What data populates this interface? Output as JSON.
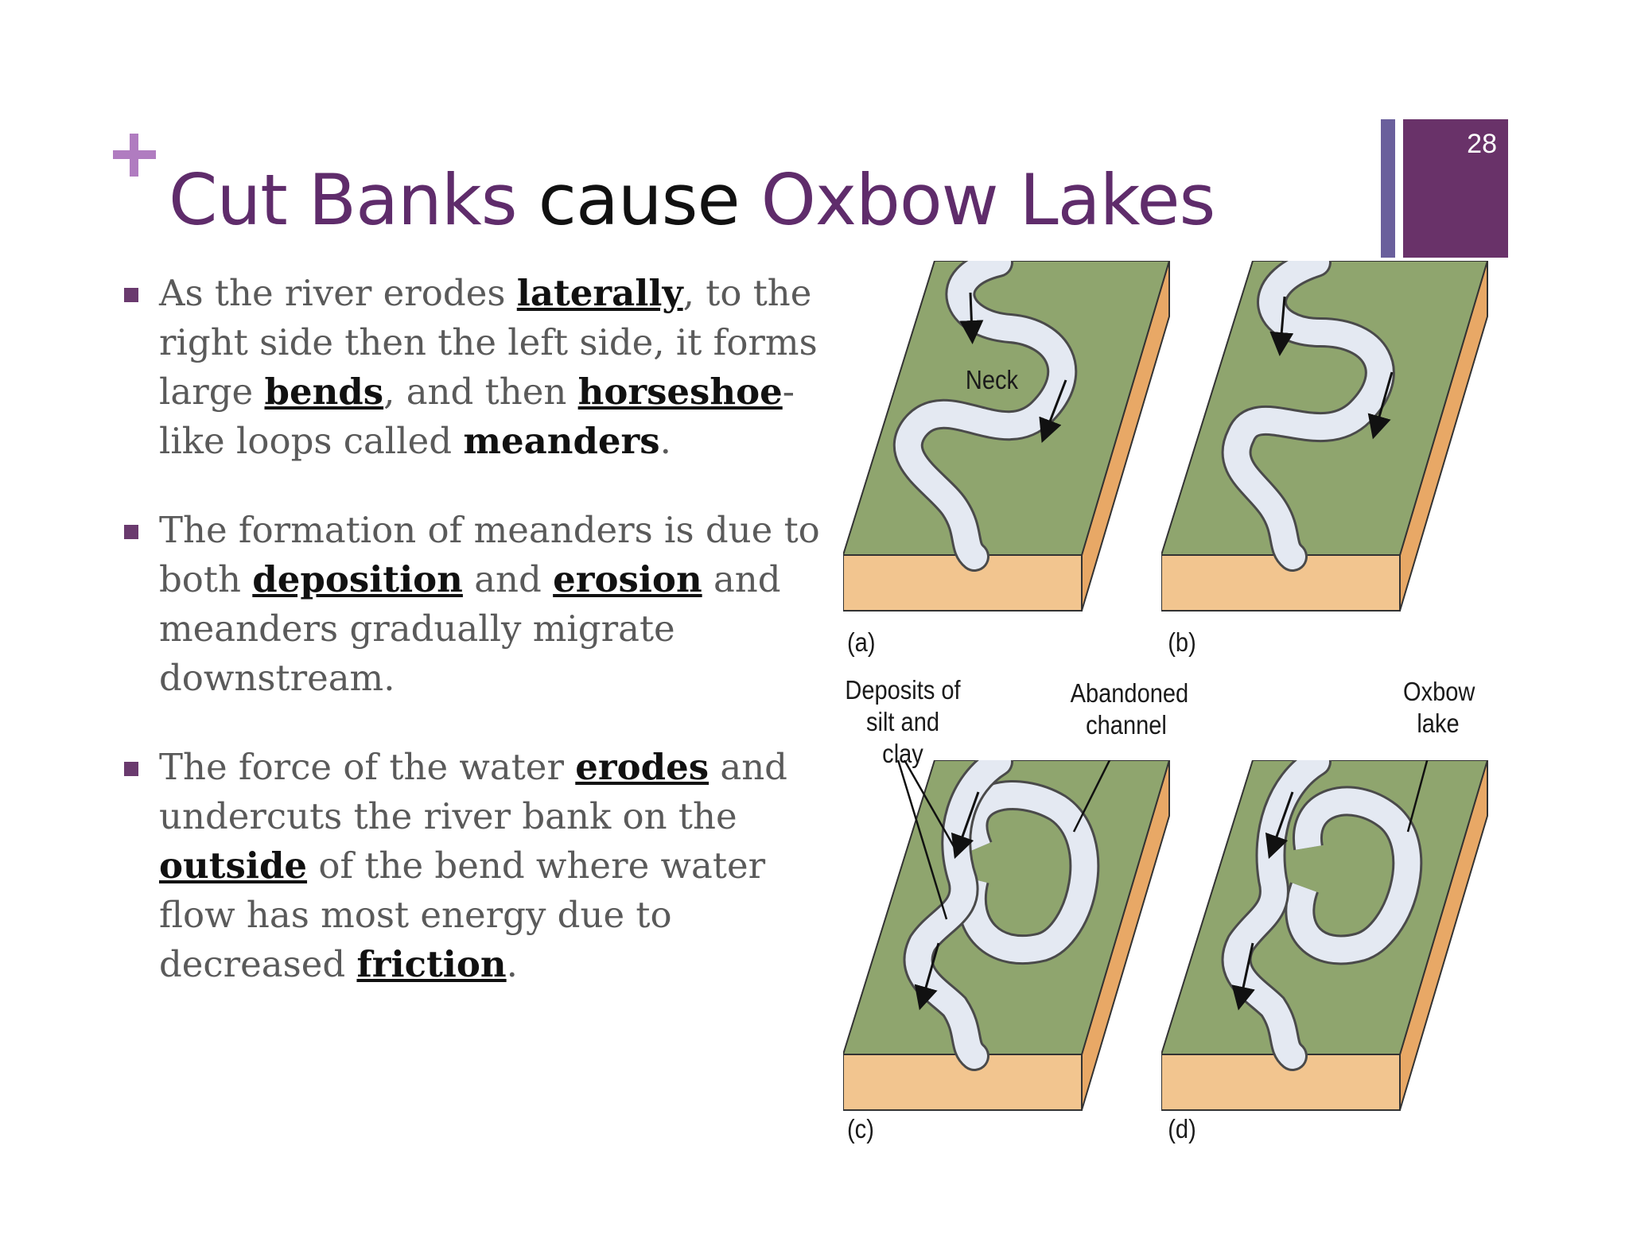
{
  "slide": {
    "number": "28",
    "title_part1": "Cut Banks",
    "title_part2": "cause",
    "title_part3": "Oxbow Lakes"
  },
  "bullets": [
    {
      "t1": "As the river erodes ",
      "k1": "laterally",
      "t2": ", to the right side then the left side, it forms large ",
      "k2": "bends",
      "t3": ", and then ",
      "k3": "horseshoe",
      "t4": "-like loops called ",
      "k4": "meanders",
      "t5": "."
    },
    {
      "t1": "The formation of meanders is due to both ",
      "k1": "deposition",
      "t2": " and ",
      "k2": "erosion",
      "t3": " and meanders gradually migrate downstream."
    },
    {
      "t1": "The force of the water ",
      "k1": "erodes",
      "t2": " and undercuts the river bank on the ",
      "k2": "outside",
      "t3": " of the bend where water flow has most energy due to decreased ",
      "k3": "friction",
      "t4": "."
    }
  ],
  "figure": {
    "panel_a": "(a)",
    "panel_b": "(b)",
    "panel_c": "(c)",
    "panel_d": "(d)",
    "neck": "Neck",
    "deposits_line1": "Deposits of",
    "deposits_line2": "silt and clay",
    "abandoned_line1": "Abandoned",
    "abandoned_line2": "channel",
    "oxbow_line1": "Oxbow",
    "oxbow_line2": "lake"
  },
  "colors": {
    "title_purple": "#5f2c6b",
    "plus": "#b07cc0",
    "number_box": "#693269",
    "stripe": "#6a5f9c",
    "land": "#8fa56e",
    "soil": "#f2c58f",
    "river": "#e4e9f2"
  }
}
